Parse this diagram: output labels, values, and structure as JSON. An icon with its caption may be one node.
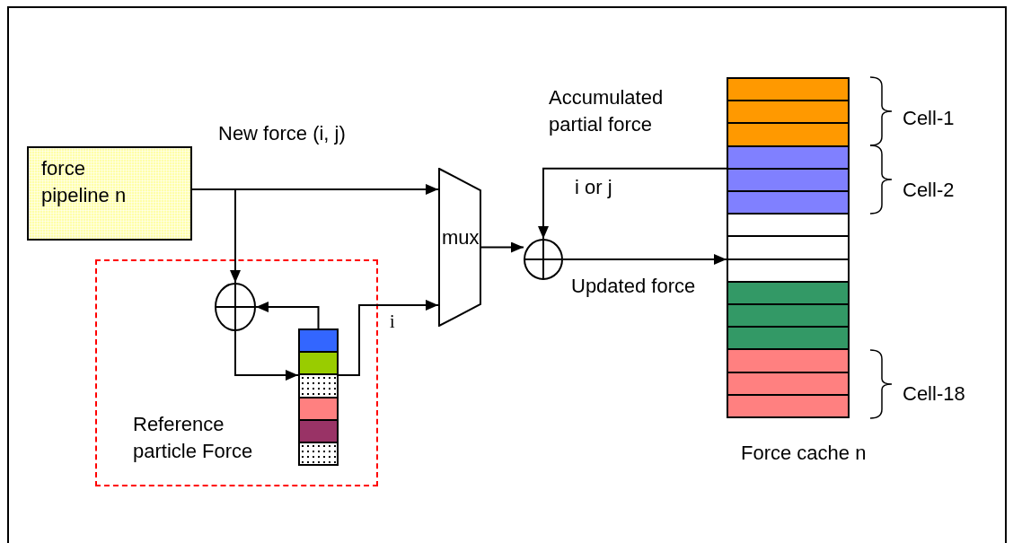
{
  "diagram": {
    "nodes": [
      {
        "text": [
          "force pipeline n"
        ]
      },
      {
        "text": [
          "Reference particle Force"
        ]
      },
      {
        "text": [],
        "shape": "circle",
        "in": 1
      },
      {
        "text": [],
        "shape": "bar",
        "in": 1
      },
      {
        "text": [
          "mux"
        ]
      },
      {
        "text": [],
        "shape": "circle"
      },
      {
        "text": [],
        "shape": "bar",
        "beside": [
          "Force cache n"
        ]
      }
    ],
    "edges": [
      {
        "from": 0,
        "to": 4,
        "arrow": "to",
        "label": "New force (i, j)"
      },
      {
        "from": 0,
        "to": 2,
        "arrow": "to"
      },
      {
        "from": 3,
        "to": 2,
        "arrow": "to"
      },
      {
        "from": 2,
        "to": 3,
        "arrow": "to"
      },
      {
        "from": 3,
        "to": 4,
        "arrow": "to",
        "label": "i"
      },
      {
        "from": 4,
        "to": 5,
        "arrow": "to"
      },
      {
        "from": 6,
        "to": 5,
        "arrow": "to",
        "label": "i or j"
      },
      {
        "from": 5,
        "to": 6,
        "arrow": "to",
        "label": "Updated force"
      }
    ],
    "labels": [
      "Accumulated partial force",
      "Cell-1",
      "Cell-2",
      "Cell-18"
    ]
  }
}
